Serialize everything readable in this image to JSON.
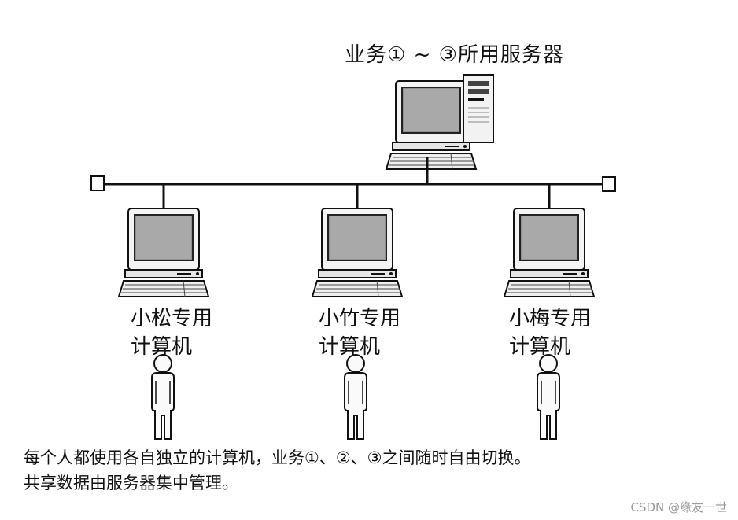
{
  "server": {
    "label": "业务① ~ ③所用服务器"
  },
  "clients": [
    {
      "name_line1": "小松专用",
      "name_line2": "计算机"
    },
    {
      "name_line1": "小竹专用",
      "name_line2": "计算机"
    },
    {
      "name_line1": "小梅专用",
      "name_line2": "计算机"
    }
  ],
  "footer": {
    "line1": "每个人都使用各自独立的计算机，业务①、②、③之间随时自由切换。",
    "line2": "共享数据由服务器集中管理。"
  },
  "watermark": "CSDN @缘友一世"
}
